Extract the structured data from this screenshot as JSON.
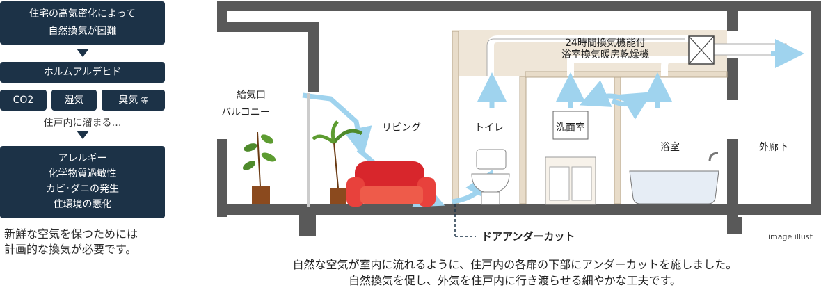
{
  "left_panel": {
    "box1_lines": [
      "住宅の高気密化によって",
      "自然換気が困難"
    ],
    "box2": "ホルムアルデヒド",
    "pills": [
      "CO2",
      "湿気",
      "臭気"
    ],
    "pill_suffix": "等",
    "mid_text": "住戸内に溜まる…",
    "box3_lines": [
      "アレルギー",
      "化学物質過敏性",
      "カビ･ダニの発生",
      "住環境の悪化"
    ],
    "message_lines": [
      "新鮮な空気を保つためには",
      "計画的な換気が必要です。"
    ]
  },
  "diagram": {
    "fan_lines": [
      "24時間換気機能付",
      "浴室換気暖房乾燥機"
    ],
    "intake_lines": [
      "給気口",
      "バルコニー"
    ],
    "rooms": [
      "リビング",
      "トイレ",
      "洗面室",
      "浴室",
      "外廊下"
    ],
    "door_undercut": "ドアアンダーカット",
    "image_note": "image illust"
  },
  "caption_lines": [
    "自然な空気が室内に流れるように、住戸内の各扉の下部にアンダーカットを施しました。",
    "自然換気を促し、外気を住戸内に行き渡らせる細やかな工夫です。"
  ],
  "colors": {
    "navy": "#1c3247",
    "wall": "#595959",
    "air_arrow": "#9fd3ee",
    "beige": "#efe6d8",
    "sofa": "#d8262c"
  }
}
